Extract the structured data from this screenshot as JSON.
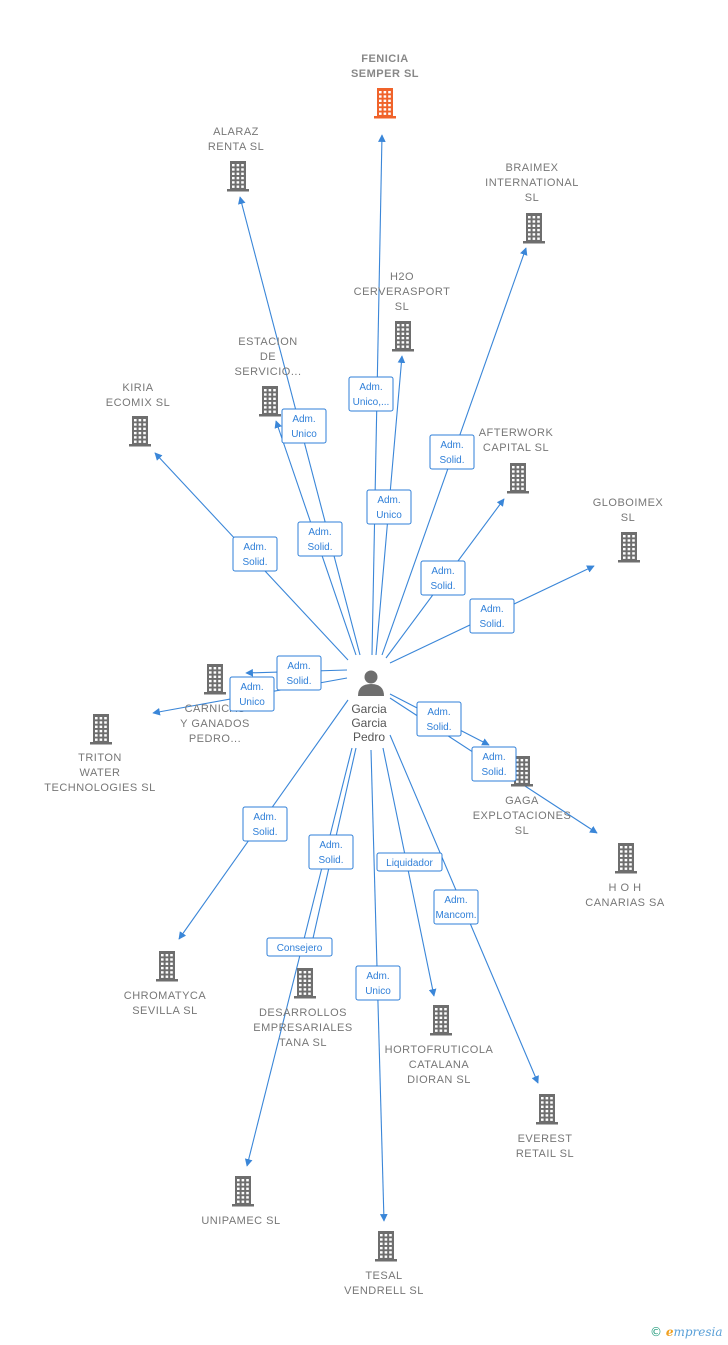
{
  "colors": {
    "building": "#6e6e6e",
    "building_highlight": "#f0632a",
    "edge": "#3a86d8",
    "person": "#6e6e6e"
  },
  "center": {
    "name_lines": [
      "Garcia",
      "Garcia",
      "Pedro"
    ],
    "icon": "person-icon"
  },
  "nodes": [
    {
      "id": "fenicia",
      "lines": [
        "FENICIA",
        "SEMPER  SL"
      ],
      "highlight": true,
      "icon": "building-icon"
    },
    {
      "id": "alaraz",
      "lines": [
        "ALARAZ",
        "RENTA SL"
      ],
      "highlight": false,
      "icon": "building-icon"
    },
    {
      "id": "braimex",
      "lines": [
        "BRAIMEX",
        "INTERNATIONAL",
        "SL"
      ],
      "highlight": false,
      "icon": "building-icon"
    },
    {
      "id": "h2o",
      "lines": [
        "H2O",
        "CERVERASPORT",
        "SL"
      ],
      "highlight": false,
      "icon": "building-icon"
    },
    {
      "id": "estacion",
      "lines": [
        "ESTACION",
        "DE",
        "SERVICIO..."
      ],
      "highlight": false,
      "icon": "building-icon"
    },
    {
      "id": "kiria",
      "lines": [
        "KIRIA",
        "ECOMIX  SL"
      ],
      "highlight": false,
      "icon": "building-icon"
    },
    {
      "id": "afterwork",
      "lines": [
        "AFTERWORK",
        "CAPITAL  SL"
      ],
      "highlight": false,
      "icon": "building-icon"
    },
    {
      "id": "globoimex",
      "lines": [
        "GLOBOIMEX",
        "SL"
      ],
      "highlight": false,
      "icon": "building-icon"
    },
    {
      "id": "carnicas",
      "lines": [
        "CARNICAS",
        "Y GANADOS",
        "PEDRO..."
      ],
      "highlight": false,
      "icon": "building-icon"
    },
    {
      "id": "triton",
      "lines": [
        "TRITON",
        "WATER",
        "TECHNOLOGIES SL"
      ],
      "highlight": false,
      "icon": "building-icon"
    },
    {
      "id": "gaga",
      "lines": [
        "GAGA",
        "EXPLOTACIONES",
        "SL"
      ],
      "highlight": false,
      "icon": "building-icon"
    },
    {
      "id": "hoh",
      "lines": [
        "H O H",
        "CANARIAS SA"
      ],
      "highlight": false,
      "icon": "building-icon"
    },
    {
      "id": "chromatyca",
      "lines": [
        "CHROMATYCA",
        "SEVILLA  SL"
      ],
      "highlight": false,
      "icon": "building-icon"
    },
    {
      "id": "desarrollos",
      "lines": [
        "DESARROLLOS",
        "EMPRESARIALES",
        "TANA  SL"
      ],
      "highlight": false,
      "icon": "building-icon"
    },
    {
      "id": "hortofruticola",
      "lines": [
        "HORTOFRUTICOLA",
        "CATALANA",
        "DIORAN SL"
      ],
      "highlight": false,
      "icon": "building-icon"
    },
    {
      "id": "everest",
      "lines": [
        "EVEREST",
        "RETAIL  SL"
      ],
      "highlight": false,
      "icon": "building-icon"
    },
    {
      "id": "unipamec",
      "lines": [
        "UNIPAMEC  SL"
      ],
      "highlight": false,
      "icon": "building-icon"
    },
    {
      "id": "tesal",
      "lines": [
        "TESAL",
        "VENDRELL SL"
      ],
      "highlight": false,
      "icon": "building-icon"
    }
  ],
  "relations": [
    {
      "target": "fenicia",
      "lines": [
        "Adm.",
        "Unico"
      ]
    },
    {
      "target": "alaraz",
      "lines": [
        "Adm.",
        "Solid."
      ]
    },
    {
      "target": "braimex",
      "lines": [
        "Adm.",
        "Solid."
      ]
    },
    {
      "target": "h2o",
      "lines": [
        "Adm.",
        "Unico,..."
      ]
    },
    {
      "target": "estacion",
      "lines": [
        "Adm.",
        "Unico"
      ]
    },
    {
      "target": "kiria",
      "lines": [
        "Adm.",
        "Solid."
      ]
    },
    {
      "target": "afterwork",
      "lines": [
        "Adm.",
        "Solid."
      ]
    },
    {
      "target": "globoimex",
      "lines": [
        "Adm.",
        "Solid."
      ]
    },
    {
      "target": "carnicas",
      "lines": [
        "Adm.",
        "Solid."
      ]
    },
    {
      "target": "triton",
      "lines": [
        "Adm.",
        "Unico"
      ]
    },
    {
      "target": "gaga",
      "lines": [
        "Adm.",
        "Solid."
      ]
    },
    {
      "target": "hoh",
      "lines": [
        "Adm.",
        "Solid."
      ]
    },
    {
      "target": "chromatyca",
      "lines": [
        "Adm.",
        "Solid."
      ]
    },
    {
      "target": "desarrollos",
      "lines": [
        "Adm.",
        "Solid."
      ]
    },
    {
      "target": "hortofruticola",
      "lines": [
        "Liquidador"
      ]
    },
    {
      "target": "everest",
      "lines": [
        "Adm.",
        "Mancom."
      ]
    },
    {
      "target": "unipamec",
      "lines": [
        "Consejero"
      ]
    },
    {
      "target": "tesal",
      "lines": [
        "Adm.",
        "Unico"
      ]
    }
  ],
  "logo": {
    "copyright": "©",
    "brand_initial": "e",
    "brand_rest": "mpresia"
  }
}
